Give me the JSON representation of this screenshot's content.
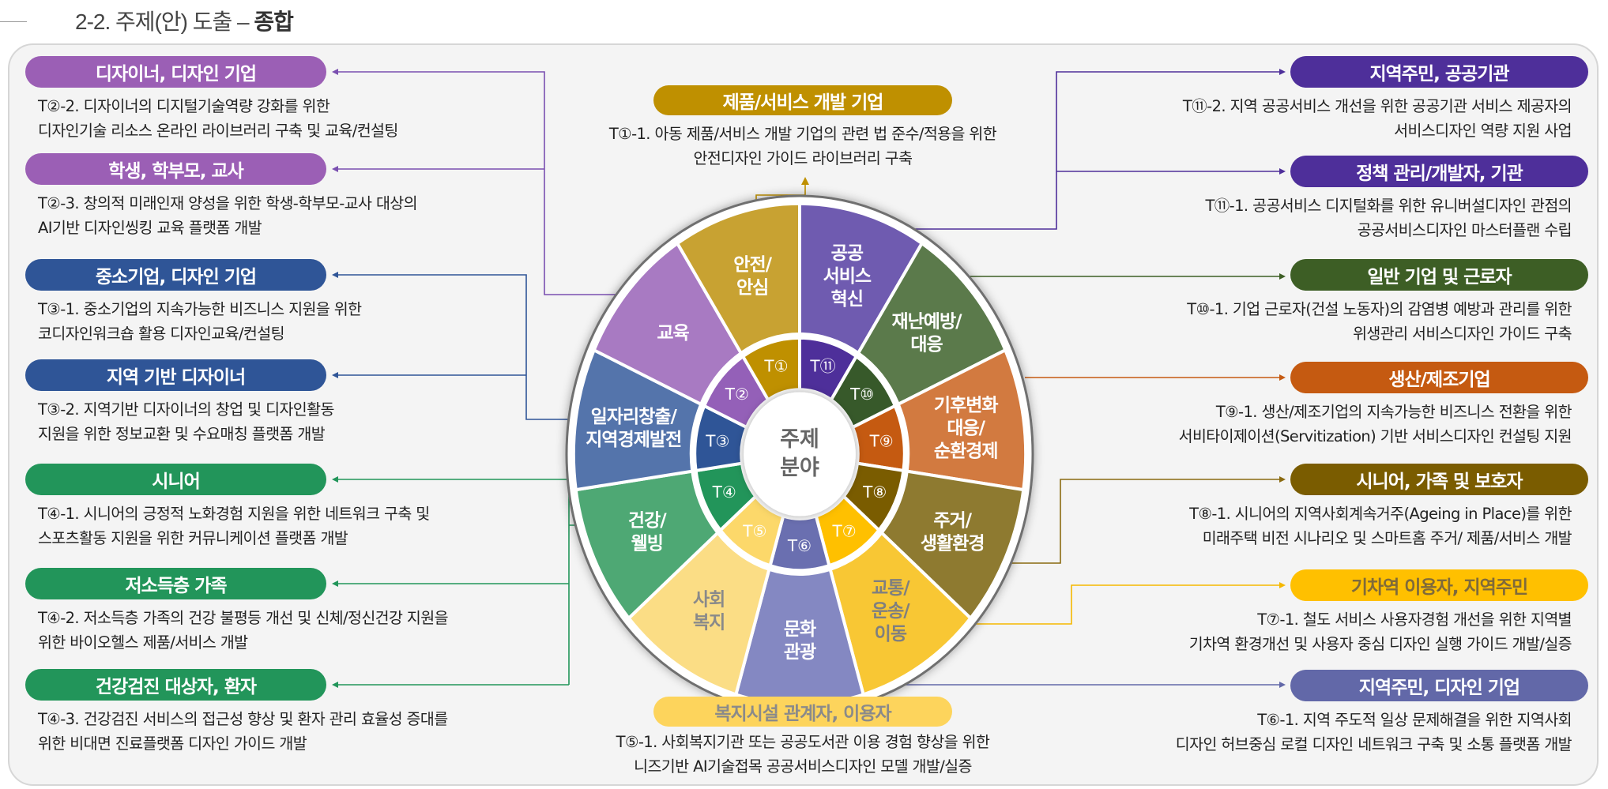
{
  "header": {
    "title_prefix": "2-2. 주제(안) 도출 – ",
    "title_bold": "종합"
  },
  "wheel": {
    "center_label": [
      "주제",
      "분야"
    ],
    "segments": [
      {
        "code": "T⑪",
        "label": [
          "공공",
          "서비스",
          "혁신"
        ],
        "color": "#6f5bb0",
        "inner_color": "#4e2f9a",
        "text_color": "#ffffff"
      },
      {
        "code": "T⑩",
        "label": [
          "재난예방/",
          "대응"
        ],
        "color": "#5b7a4b",
        "inner_color": "#37592a",
        "text_color": "#ffffff"
      },
      {
        "code": "T⑨",
        "label": [
          "기후변화",
          "대응/",
          "순환경제"
        ],
        "color": "#d27a40",
        "inner_color": "#c55a11",
        "text_color": "#ffffff"
      },
      {
        "code": "T⑧",
        "label": [
          "주거/",
          "생활환경"
        ],
        "color": "#8e7a30",
        "inner_color": "#7a5c00",
        "text_color": "#ffffff"
      },
      {
        "code": "T⑦",
        "label": [
          "교통/",
          "운송/",
          "이동"
        ],
        "color": "#f8c734",
        "inner_color": "#ffc000",
        "text_color": "#7f7f7f"
      },
      {
        "code": "T⑥",
        "label": [
          "문화",
          "관광"
        ],
        "color": "#8488c2",
        "inner_color": "#6a6fb0",
        "text_color": "#ffffff"
      },
      {
        "code": "T⑤",
        "label": [
          "사회",
          "복지"
        ],
        "color": "#fbdd85",
        "inner_color": "#fcd86a",
        "text_color": "#8a8a8a"
      },
      {
        "code": "T④",
        "label": [
          "건강/",
          "웰빙"
        ],
        "color": "#4ea874",
        "inner_color": "#22955a",
        "text_color": "#ffffff"
      },
      {
        "code": "T③",
        "label": [
          "일자리창출/",
          "지역경제발전"
        ],
        "color": "#5474ab",
        "inner_color": "#2f5597",
        "text_color": "#ffffff"
      },
      {
        "code": "T②",
        "label": [
          "교육"
        ],
        "color": "#a87ac2",
        "inner_color": "#9460b8",
        "text_color": "#ffffff"
      },
      {
        "code": "T①",
        "label": [
          "안전/",
          "안심"
        ],
        "color": "#c8a232",
        "inner_color": "#bf9000",
        "text_color": "#ffffff"
      }
    ]
  },
  "left": [
    {
      "target": "디자이너, 디자인 기업",
      "color": "#9b5fb5",
      "lines": [
        "T②-2. 디자이너의 디지털기술역량 강화를 위한",
        "디자인기술 리소스 온라인 라이브러리 구축 및 교육/컨설팅"
      ]
    },
    {
      "target": "학생, 학부모, 교사",
      "color": "#9b5fb5",
      "lines": [
        "T②-3. 창의적 미래인재 양성을 위한 학생-학부모-교사 대상의",
        "AI기반 디자인씽킹 교육 플랫폼 개발"
      ]
    },
    {
      "target": "중소기업, 디자인 기업",
      "color": "#2f5597",
      "lines": [
        "T③-1. 중소기업의 지속가능한 비즈니스 지원을 위한",
        "코디자인워크숍 활용 디자인교육/컨설팅"
      ]
    },
    {
      "target": "지역 기반 디자이너",
      "color": "#2f5597",
      "lines": [
        "T③-2. 지역기반 디자이너의 창업 및 디자인활동",
        "지원을 위한 정보교환 및 수요매칭 플랫폼 개발"
      ]
    },
    {
      "target": "시니어",
      "color": "#22955a",
      "lines": [
        "T④-1. 시니어의 긍정적 노화경험 지원을 위한 네트워크 구축 및",
        "스포츠활동 지원을 위한  커뮤니케이션 플랫폼 개발"
      ]
    },
    {
      "target": "저소득층 가족",
      "color": "#22955a",
      "lines": [
        "T④-2. 저소득층 가족의 건강 불평등 개선 및 신체/정신건강 지원을",
        "위한 바이오헬스 제품/서비스 개발"
      ]
    },
    {
      "target": "건강검진 대상자, 환자",
      "color": "#22955a",
      "lines": [
        "T④-3. 건강검진 서비스의 접근성 향상 및 환자 관리 효율성 증대를",
        "위한 비대면 진료플랫폼 디자인 가이드 개발"
      ]
    }
  ],
  "top": {
    "target": "제품/서비스 개발 기업",
    "color": "#bf9000",
    "lines": [
      "T①-1. 아동 제품/서비스 개발 기업의 관련 법 준수/적용을 위한",
      "안전디자인 가이드 라이브러리 구축"
    ]
  },
  "bottom": {
    "target": "복지시설 관계자, 이용자",
    "color": "#fdd45c",
    "text_color": "#8a8a8a",
    "lines": [
      "T⑤-1. 사회복지기관 또는 공공도서관 이용 경험 향상을 위한",
      "니즈기반 AI기술접목 공공서비스디자인 모델 개발/실증"
    ]
  },
  "right": [
    {
      "target": "지역주민, 공공기관",
      "color": "#4e2f9a",
      "text_color": "#ffffff",
      "lines": [
        "T⑪-2. 지역 공공서비스 개선을 위한 공공기관 서비스 제공자의",
        "서비스디자인 역량 지원 사업"
      ]
    },
    {
      "target": "정책 관리/개발자, 기관",
      "color": "#4e2f9a",
      "text_color": "#ffffff",
      "lines": [
        "T⑪-1. 공공서비스 디지털화를 위한 유니버설디자인 관점의",
        "공공서비스디자인 마스터플랜 수립"
      ]
    },
    {
      "target": "일반 기업 및 근로자",
      "color": "#3d5e25",
      "text_color": "#ffffff",
      "lines": [
        "T⑩-1. 기업 근로자(건설 노동자)의 감염병 예방과 관리를 위한",
        "위생관리 서비스디자인  가이드 구축"
      ]
    },
    {
      "target": "생산/제조기업",
      "color": "#c55a11",
      "text_color": "#ffffff",
      "lines": [
        "T⑨-1. 생산/제조기업의 지속가능한 비즈니스 전환을 위한",
        "서비타이제이션(Servitization) 기반 서비스디자인 컨설팅 지원"
      ]
    },
    {
      "target": "시니어, 가족 및 보호자",
      "color": "#7a5c00",
      "text_color": "#ffffff",
      "lines": [
        "T⑧-1. 시니어의 지역사회계속거주(Ageing in Place)를 위한",
        "미래주택 비전 시나리오 및 스마트홈 주거/ 제품/서비스 개발"
      ]
    },
    {
      "target": "기차역 이용자, 지역주민",
      "color": "#ffc000",
      "text_color": "#7f6a3a",
      "lines": [
        "T⑦-1. 철도 서비스 사용자경험 개선을 위한 지역별",
        "기차역 환경개선 및 사용자 중심 디자인 실행 가이드 개발/실증"
      ]
    },
    {
      "target": "지역주민, 디자인 기업",
      "color": "#6268a8",
      "text_color": "#ffffff",
      "lines": [
        "T⑥-1. 지역 주도적 일상 문제해결을 위한 지역사회",
        "디자인 허브중심 로컬 디자인 네트워크 구축 및 소통 플랫폼 개발"
      ]
    }
  ]
}
